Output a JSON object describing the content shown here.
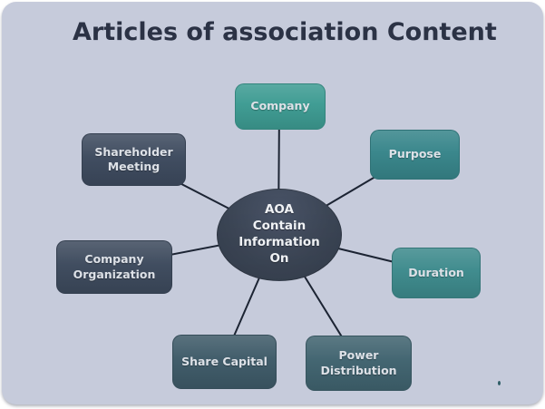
{
  "slide": {
    "title": "Articles of association Content",
    "background_color": "#c6cbdb",
    "title_color": "#2b3245"
  },
  "diagram": {
    "center": {
      "label": "AOA\nContain\nInformation\nOn",
      "color": "#3d4757",
      "text_color": "#f0f2f5"
    },
    "connector_color": "#1c2433",
    "nodes": [
      {
        "label": "Company",
        "color": "#3d9b92"
      },
      {
        "label": "Purpose",
        "color": "#37858a"
      },
      {
        "label": "Shareholder Meeting",
        "color": "#3d4a5e"
      },
      {
        "label": "Duration",
        "color": "#3d8a8c"
      },
      {
        "label": "Company Organization",
        "color": "#3d4a5d"
      },
      {
        "label": "Share Capital",
        "color": "#3e5a68"
      },
      {
        "label": "Power Distribution",
        "color": "#40636f"
      }
    ]
  }
}
